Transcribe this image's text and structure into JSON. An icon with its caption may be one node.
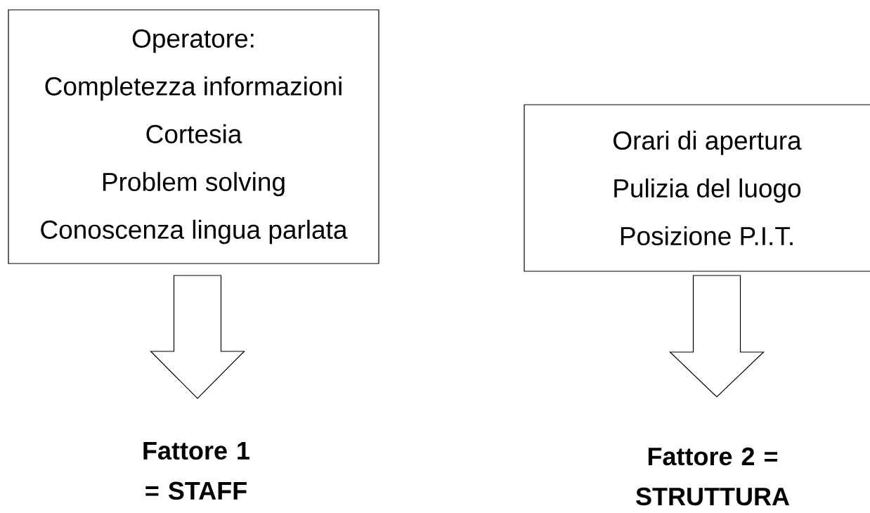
{
  "diagram": {
    "nodes": [
      {
        "text": [
          "Operatore:",
          "Completezza informazioni",
          "Cortesia",
          "Problem solving",
          "Conoscenza lingua parlata"
        ]
      },
      {
        "text": [
          "Fattore 1 = STAFF"
        ]
      },
      {
        "text": [
          "Orari di apertura",
          "Pulizia del luogo",
          "Posizione P.I.T."
        ]
      },
      {
        "text": [
          "Fattore 2 = STRUTTURA"
        ]
      }
    ],
    "edges": [
      {
        "from": 0,
        "to": 1,
        "arrow": "to"
      },
      {
        "from": 2,
        "to": 3,
        "arrow": "to"
      }
    ]
  }
}
